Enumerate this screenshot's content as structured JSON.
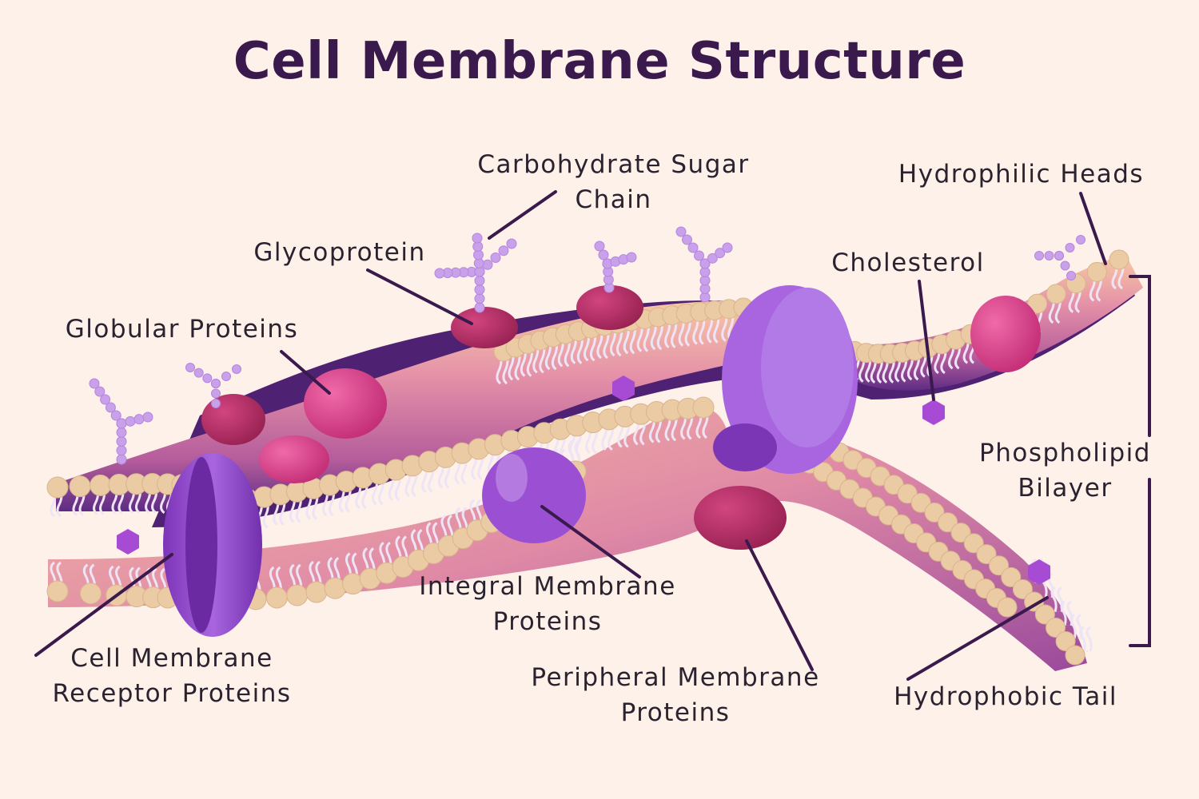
{
  "title": "Cell Membrane Structure",
  "labels": {
    "carbohydrate": [
      "Carbohydrate Sugar",
      "Chain"
    ],
    "hydrophilic": [
      "Hydrophilic Heads"
    ],
    "glycoprotein": [
      "Glycoprotein"
    ],
    "cholesterol": [
      "Cholesterol"
    ],
    "globular": [
      "Globular Proteins"
    ],
    "phospholipid": [
      "Phospholipid",
      "Bilayer"
    ],
    "integral": [
      "Integral Membrane",
      "Proteins"
    ],
    "receptor": [
      "Cell Membrane",
      "Receptor Proteins"
    ],
    "peripheral": [
      "Peripheral Membrane",
      "Proteins"
    ],
    "hydrophobic": [
      "Hydrophobic Tail"
    ]
  },
  "colors": {
    "background": "#fdf1ea",
    "title": "#3a1a4c",
    "leader_line": "#3a1a4c",
    "phosphate_head": "#eacba4",
    "lipid_tail": "#efe4f6",
    "inner_purple": "#5a2a7e",
    "pink_band": "#e38aa2",
    "peach_band": "#f2b59d",
    "globular_protein": "#d63c86",
    "glycoprotein": "#b02a64",
    "integral_protein": "#9b4fd2",
    "receptor_protein": "#8a3cc8",
    "peripheral_protein": "#b32a60",
    "cholesterol": "#a84bd4",
    "sugar_chain": "#c9a0ea"
  }
}
